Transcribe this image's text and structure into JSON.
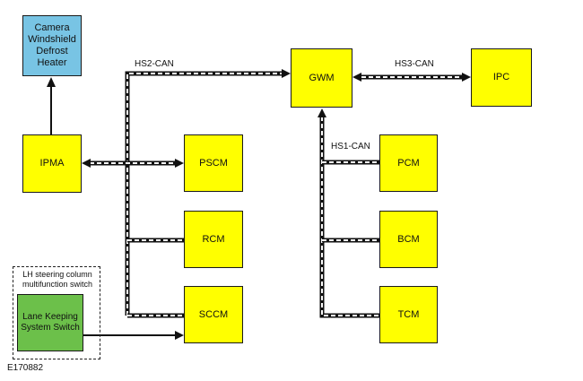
{
  "modules": {
    "camera_heater": "Camera\nWindshield\nDefrost\nHeater",
    "ipma": "IPMA",
    "pscm": "PSCM",
    "rcm": "RCM",
    "sccm": "SCCM",
    "gwm": "GWM",
    "ipc": "IPC",
    "pcm": "PCM",
    "bcm": "BCM",
    "tcm": "TCM",
    "lane_keeping": "Lane Keeping\nSystem Switch"
  },
  "buses": {
    "hs2": "HS2-CAN",
    "hs3": "HS3-CAN",
    "hs1": "HS1-CAN"
  },
  "group_label": "LH steering column\nmultifunction switch",
  "figure_id": "E170882",
  "colors": {
    "module_yellow": "#ffff00",
    "camera_blue": "#78c4e4",
    "switch_green": "#6cc04a",
    "line": "#111111"
  }
}
